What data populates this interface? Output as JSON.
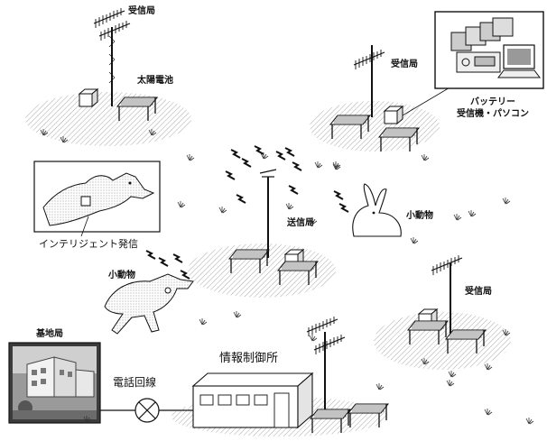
{
  "labels": {
    "receiver_top": "受信局",
    "solar_battery": "太陽電池",
    "receiver_right_top": "受信局",
    "pc_caption_line1": "バッテリー",
    "pc_caption_line2": "受信機・パソコン",
    "transmitter": "送信局",
    "small_animal_rabbit": "小動物",
    "intelligent_transmit": "インテリジェント発信",
    "small_animal_dog": "小動物",
    "receiver_right_bottom": "受信局",
    "base_station": "基地局",
    "info_control_office": "情報制御所",
    "phone_line": "電話回線"
  },
  "colors": {
    "ink": "#111111",
    "hatch": "#555555",
    "grass": "#333333"
  }
}
